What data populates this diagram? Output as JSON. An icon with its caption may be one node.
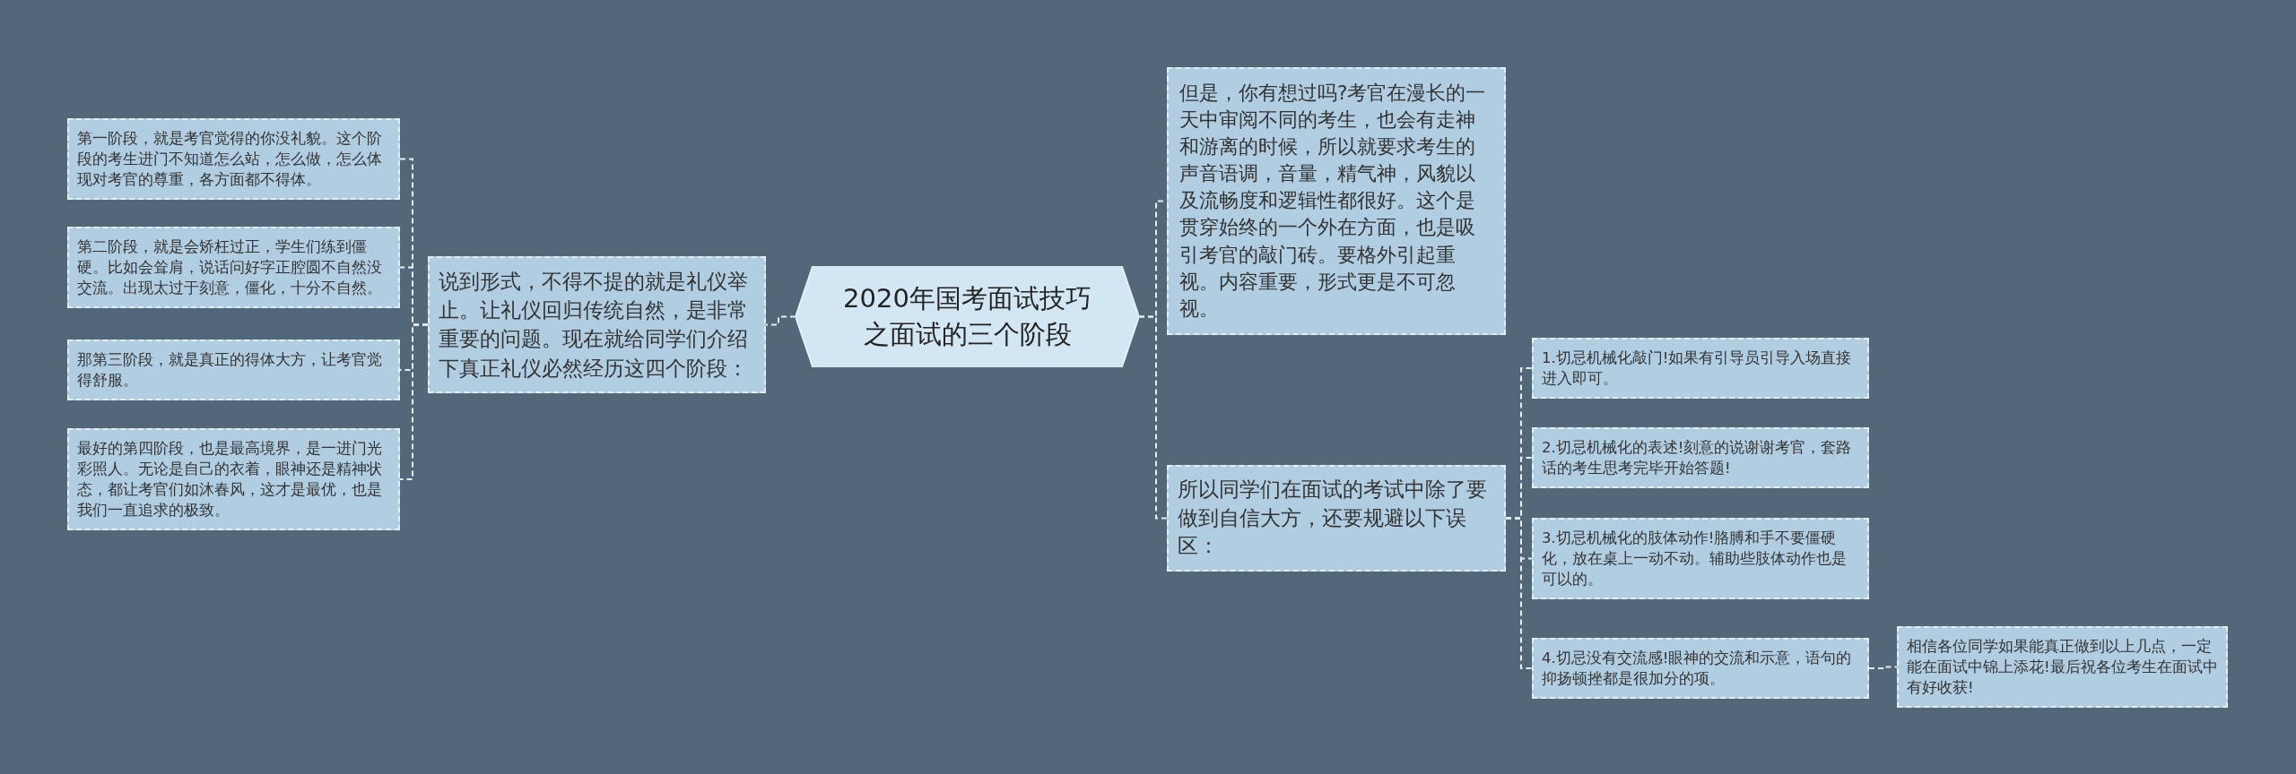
{
  "diagram": {
    "nodes": [
      {
        "text": [
          "2020年国考面试技巧之面试的三个阶段"
        ]
      },
      {
        "text": [
          "说到形式，不得不提的就是礼仪举止。让礼仪回归传统自然，是非常重要的问题。现在就给同学们介绍下真正礼仪必然经历这四个阶段："
        ]
      },
      {
        "text": [
          "第一阶段，就是考官觉得的你没礼貌。这个阶段的考生进门不知道怎么站，怎么做，怎么体现对考官的尊重，各方面都不得体。"
        ]
      },
      {
        "text": [
          "第二阶段，就是会矫枉过正，学生们练到僵硬。比如会耸肩，说话问好字正腔圆不自然没交流。出现太过于刻意，僵化，十分不自然。"
        ]
      },
      {
        "text": [
          "那第三阶段，就是真正的得体大方，让考官觉得舒服。"
        ]
      },
      {
        "text": [
          "最好的第四阶段，也是最高境界，是一进门光彩照人。无论是自己的衣着，眼神还是精神状态，都让考官们如沐春风，这才是最优，也是我们一直追求的极致。"
        ]
      },
      {
        "text": [
          "但是，你有想过吗?考官在漫长的一天中审阅不同的考生，也会有走神和游离的时候，所以就要求考生的声音语调，音量，精气神，风貌以及流畅度和逻辑性都很好。这个是贯穿始终的一个外在方面，也是吸引考官的敲门砖。要格外引起重视。内容重要，形式更是不可忽视。"
        ]
      },
      {
        "text": [
          "所以同学们在面试的考试中除了要做到自信大方，还要规避以下误区："
        ]
      },
      {
        "text": [
          "1.切忌机械化敲门!如果有引导员引导入场直接进入即可。"
        ]
      },
      {
        "text": [
          "2.切忌机械化的表述!刻意的说谢谢考官，套路话的考生思考完毕开始答题!"
        ]
      },
      {
        "text": [
          "3.切忌机械化的肢体动作!胳膊和手不要僵硬化，放在桌上一动不动。辅助些肢体动作也是可以的。"
        ]
      },
      {
        "text": [
          "4.切忌没有交流感!眼神的交流和示意，语句的抑扬顿挫都是很加分的项。"
        ]
      },
      {
        "text": [
          "相信各位同学如果能真正做到以上几点，一定能在面试中锦上添花!最后祝各位考生在面试中有好收获!"
        ]
      }
    ],
    "edges": [
      {
        "from": 0,
        "to": 1,
        "arrow": "none"
      },
      {
        "from": 1,
        "to": 2,
        "arrow": "none"
      },
      {
        "from": 1,
        "to": 3,
        "arrow": "none"
      },
      {
        "from": 1,
        "to": 4,
        "arrow": "none"
      },
      {
        "from": 1,
        "to": 5,
        "arrow": "none"
      },
      {
        "from": 0,
        "to": 6,
        "arrow": "none"
      },
      {
        "from": 0,
        "to": 7,
        "arrow": "none"
      },
      {
        "from": 7,
        "to": 8,
        "arrow": "none"
      },
      {
        "from": 7,
        "to": 9,
        "arrow": "none"
      },
      {
        "from": 7,
        "to": 10,
        "arrow": "none"
      },
      {
        "from": 7,
        "to": 11,
        "arrow": "none"
      },
      {
        "from": 11,
        "to": 12,
        "arrow": "none"
      }
    ]
  }
}
